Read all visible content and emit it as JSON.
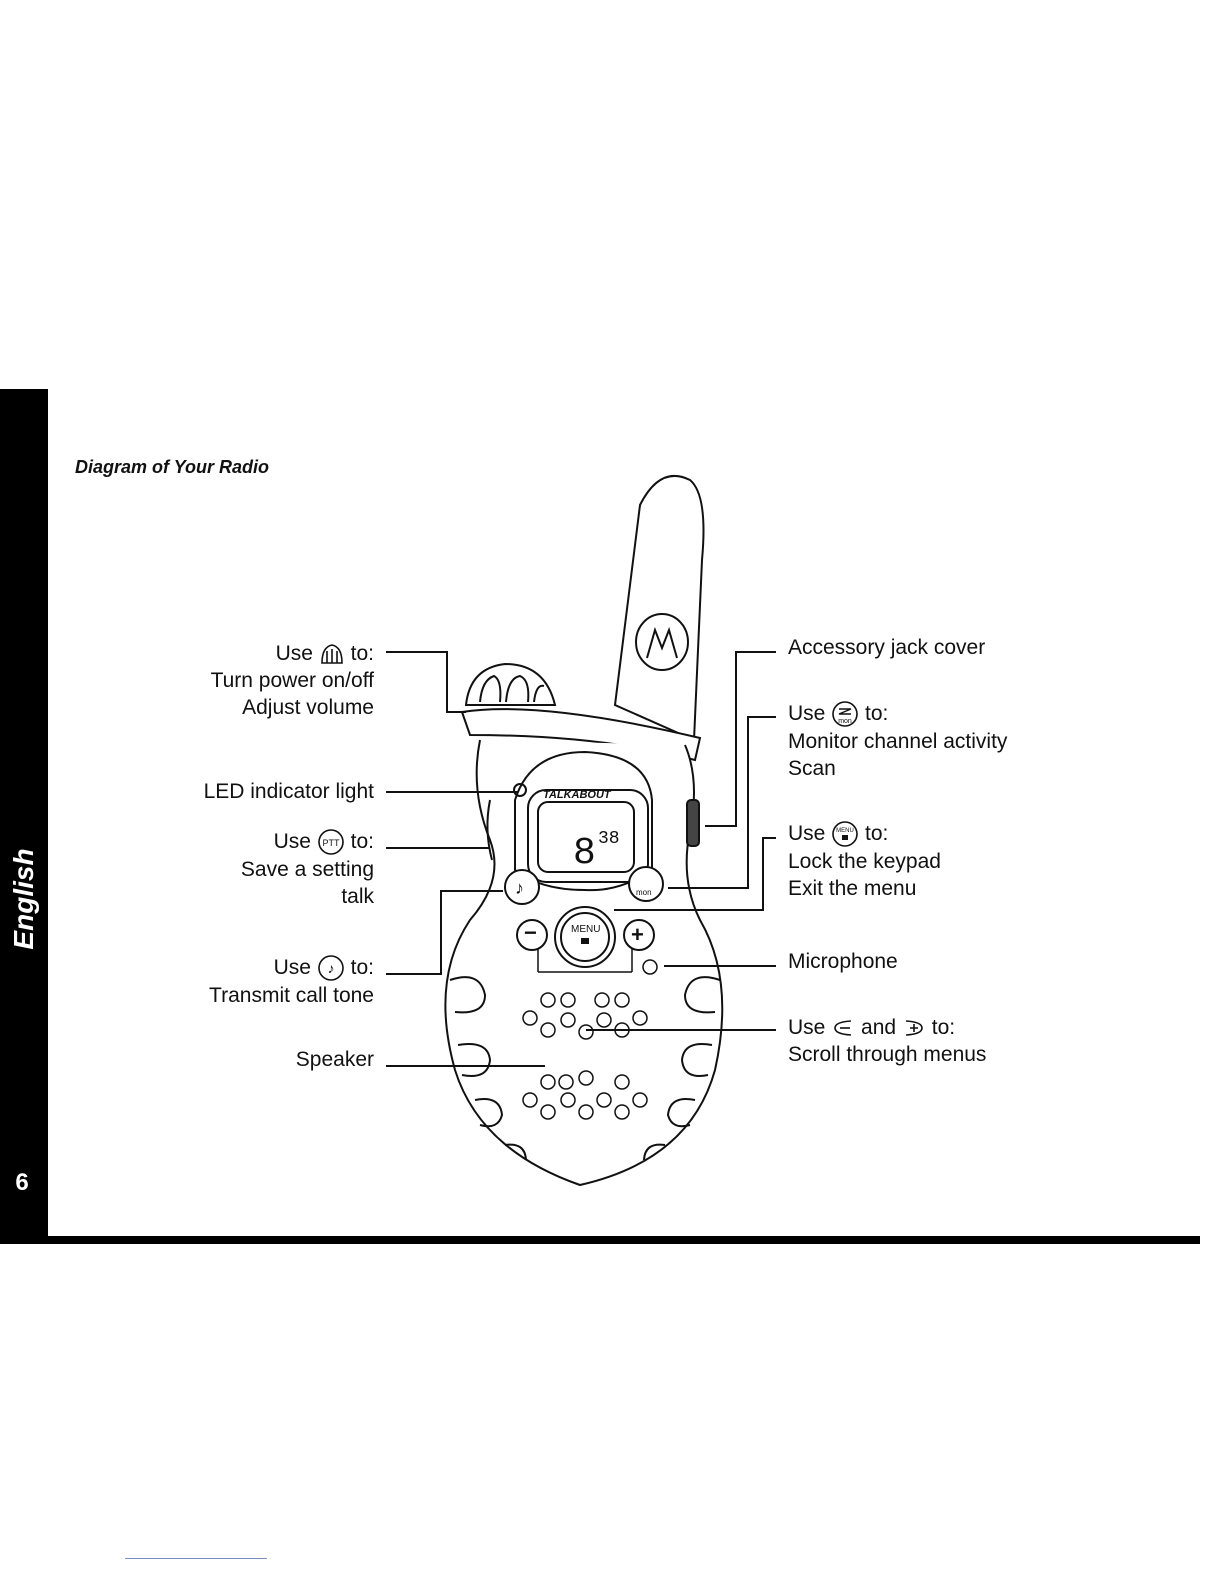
{
  "sidebar": {
    "language": "English",
    "page_number": "6"
  },
  "page": {
    "title": "Diagram of Your Radio"
  },
  "device": {
    "brand_display": "TALKABOUT",
    "screen_big_digit": "8",
    "screen_small_digits": "38",
    "menu_key": "MENU",
    "monitor_key": "mon",
    "ptt_key": "PTT"
  },
  "callouts": {
    "power": {
      "use": "Use",
      "to": "to:",
      "line1": "Turn power on/off",
      "line2": "Adjust volume"
    },
    "led": {
      "label": "LED indicator light"
    },
    "ptt": {
      "use": "Use",
      "to": "to:",
      "line1": "Save a setting",
      "line2": "talk"
    },
    "call": {
      "use": "Use",
      "to": "to:",
      "line1": "Transmit call tone"
    },
    "speaker": {
      "label": "Speaker"
    },
    "jack": {
      "label": "Accessory jack cover"
    },
    "monitor": {
      "use": "Use",
      "to": "to:",
      "line1": "Monitor channel activity",
      "line2": "Scan"
    },
    "menu": {
      "use": "Use",
      "to": "to:",
      "line1": "Lock the keypad",
      "line2": "Exit the menu"
    },
    "mic": {
      "label": "Microphone"
    },
    "scroll": {
      "use": "Use",
      "and": "and",
      "to": "to:",
      "line1": "Scroll through menus"
    }
  }
}
